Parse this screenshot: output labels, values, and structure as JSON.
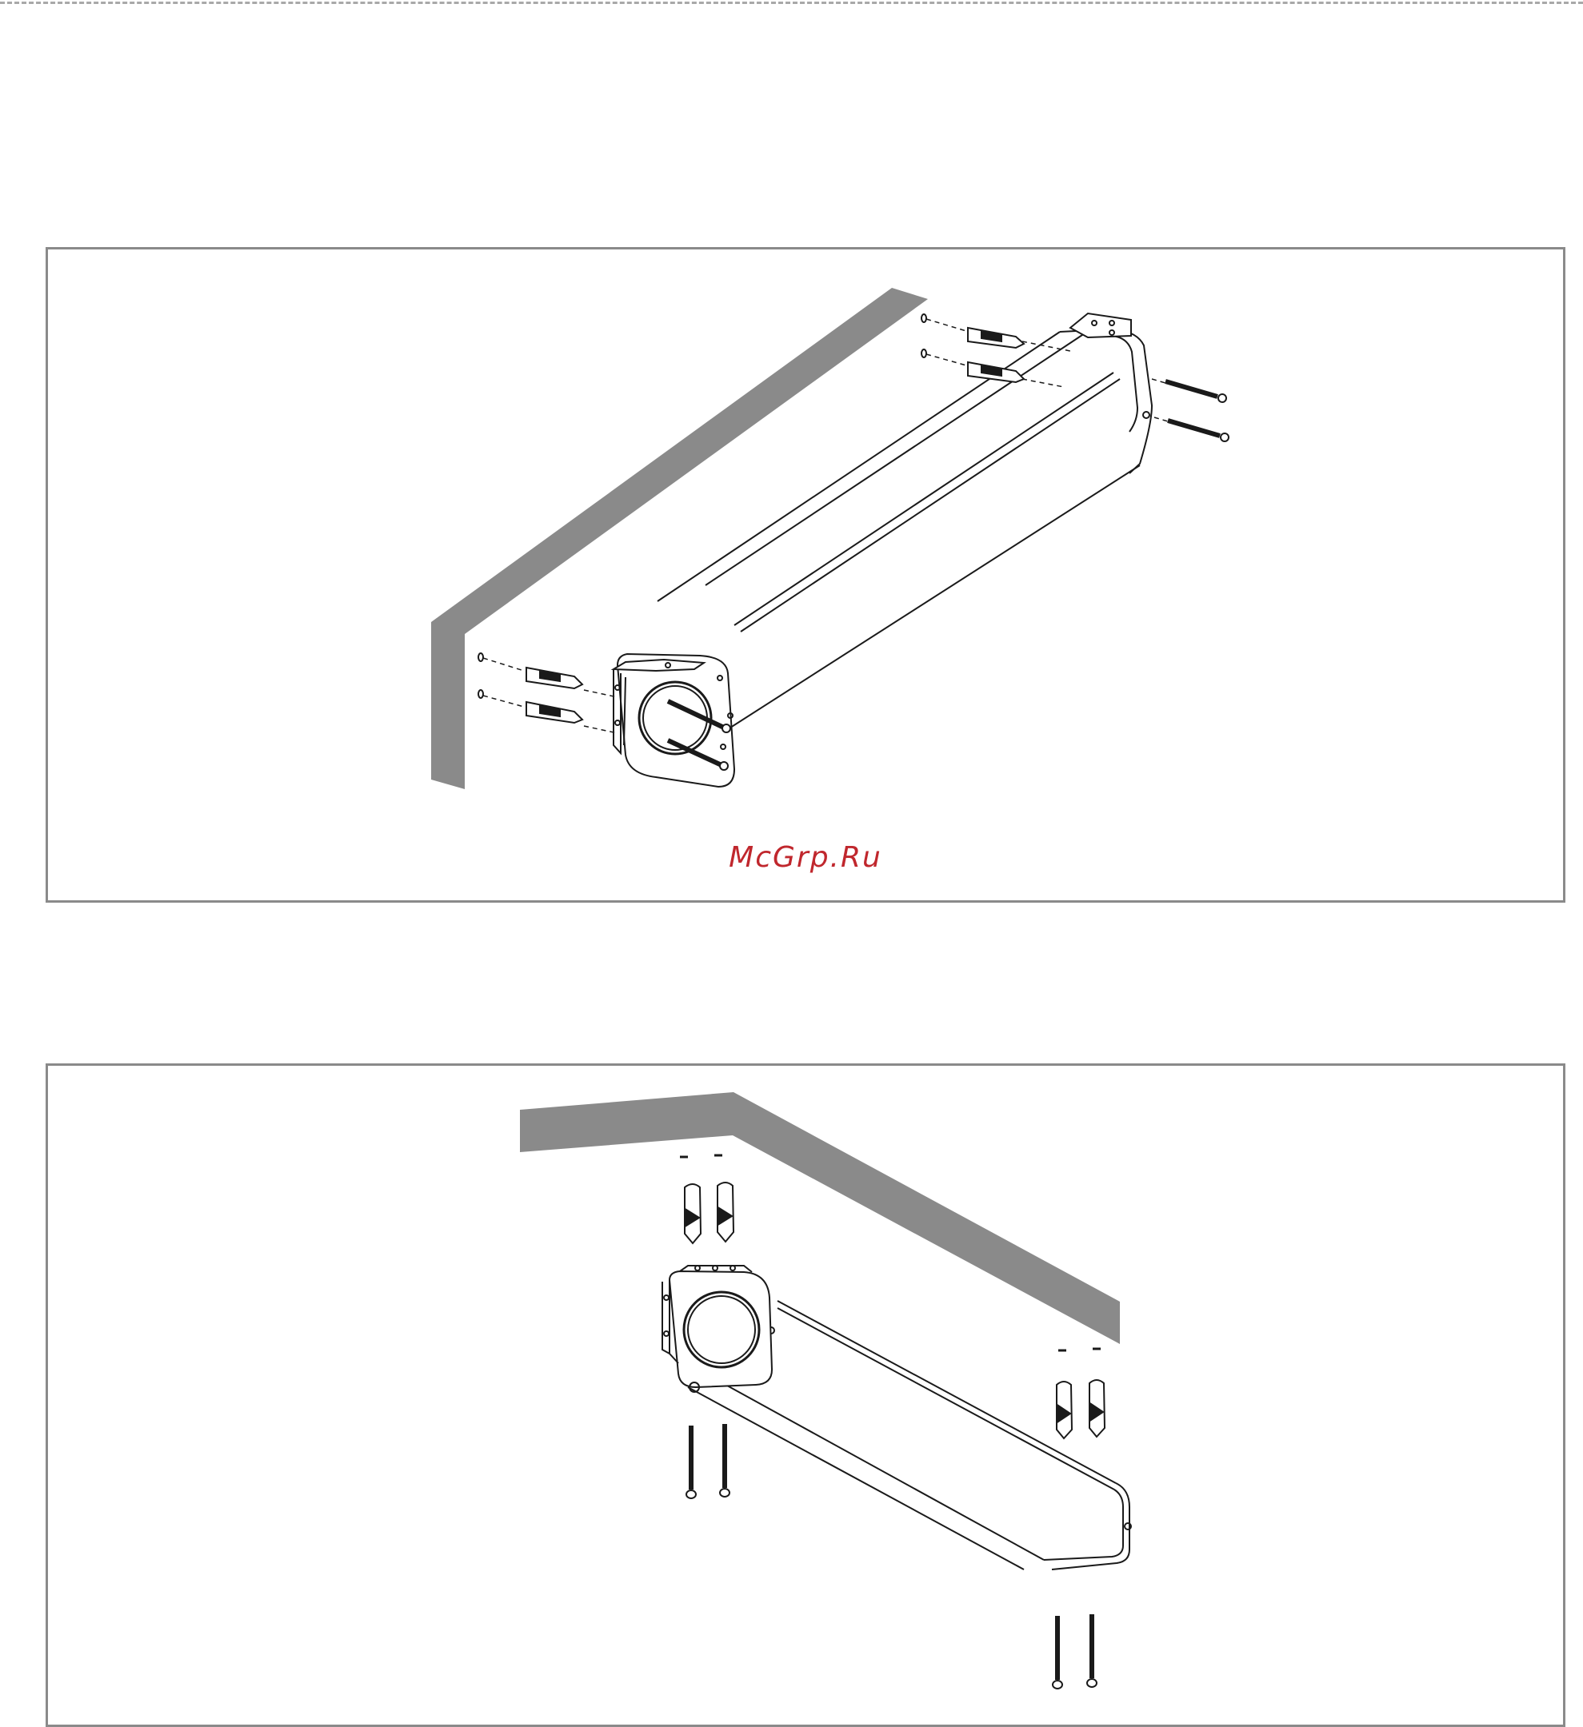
{
  "watermark": {
    "text": "McGrp.Ru",
    "color": "#c0272d"
  },
  "colors": {
    "wall": "#8a8a8a",
    "frame": "#8a8a8a",
    "line": "#1a1a1a"
  },
  "figures": [
    {
      "id": "wall-mount",
      "surface": "wall"
    },
    {
      "id": "ceiling-mount",
      "surface": "ceiling"
    }
  ]
}
